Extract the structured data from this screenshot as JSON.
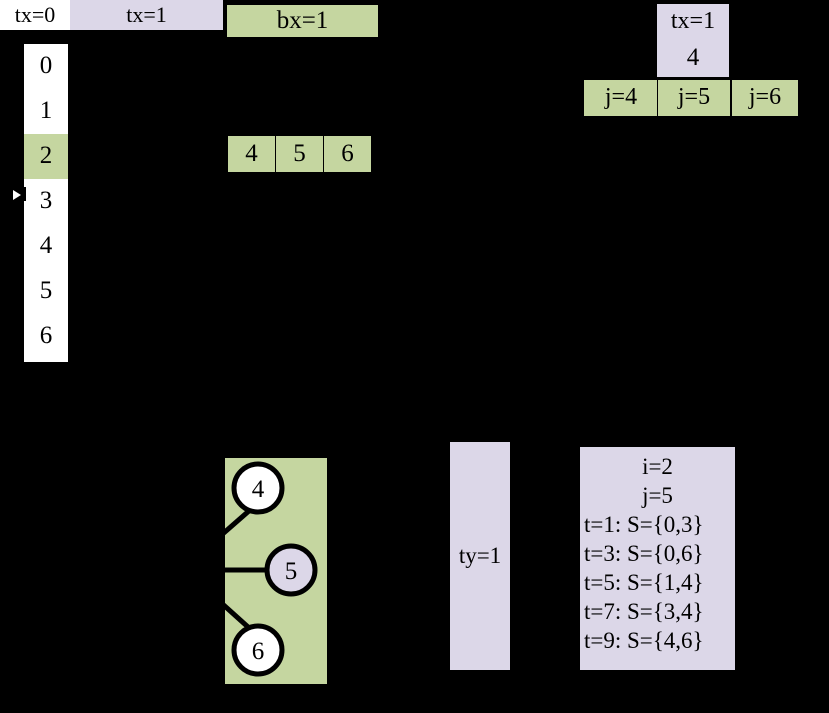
{
  "index_column": {
    "name": "index-column",
    "items": [
      {
        "label": "0",
        "highlighted": false
      },
      {
        "label": "1",
        "highlighted": false
      },
      {
        "label": "2",
        "highlighted": true
      },
      {
        "label": "3",
        "highlighted": false
      },
      {
        "label": "4",
        "highlighted": false
      },
      {
        "label": "5",
        "highlighted": false
      },
      {
        "label": "6",
        "highlighted": false
      }
    ]
  },
  "block_bar": {
    "label": "bx=1"
  },
  "value_cells": [
    {
      "label": "4"
    },
    {
      "label": "5"
    },
    {
      "label": "6"
    }
  ],
  "thread_stack": {
    "tx_label": "tx=1",
    "value_label": "4"
  },
  "j_cells": [
    {
      "label": "j=4"
    },
    {
      "label": "j=5"
    },
    {
      "label": "j=6"
    }
  ],
  "tx_bar": {
    "segments": [
      {
        "label": "tx=0"
      },
      {
        "label": "tx=1"
      }
    ]
  },
  "graph": {
    "nodes": [
      {
        "label": "4",
        "highlighted": false
      },
      {
        "label": "5",
        "highlighted": true
      },
      {
        "label": "6",
        "highlighted": false
      }
    ]
  },
  "ty_box": {
    "label": "ty=1"
  },
  "info_panel": {
    "lines": [
      "i=2",
      "j=5",
      "t=1: S={0,3}",
      "t=3: S={0,6}",
      "t=5: S={1,4}",
      "t=7: S={3,4}",
      "t=9: S={4,6}"
    ]
  },
  "colors": {
    "background": "#000000",
    "green": "#c5d6a0",
    "lavender": "#dcd7e8",
    "white": "#ffffff",
    "stroke": "#000000"
  }
}
